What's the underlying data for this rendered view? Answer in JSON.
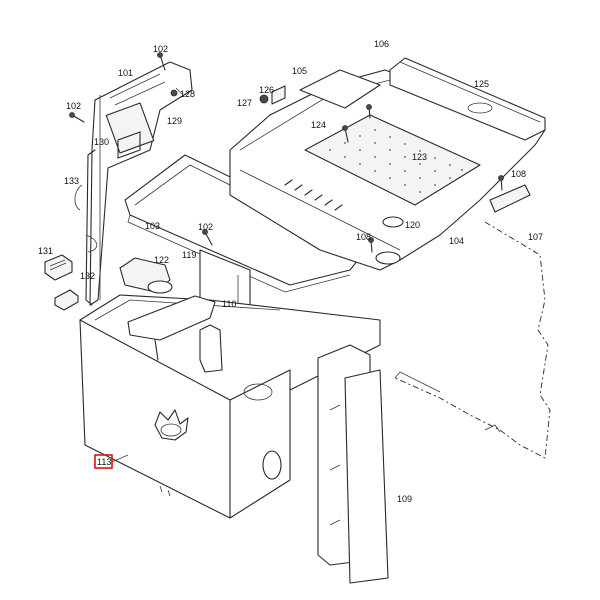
{
  "diagram": {
    "highlight_color": "#e01010",
    "highlighted_label": "113",
    "labels": {
      "l101": "101",
      "l102a": "102",
      "l102b": "102",
      "l102c": "102",
      "l103": "103",
      "l104": "104",
      "l105": "105",
      "l106": "106",
      "l107": "107",
      "l108a": "108",
      "l108b": "108",
      "l109": "109",
      "l110": "110",
      "l113": "113",
      "l119": "119",
      "l120": "120",
      "l122": "122",
      "l123": "123",
      "l124": "124",
      "l125": "125",
      "l126": "126",
      "l127": "127",
      "l128": "128",
      "l129": "129",
      "l130": "130",
      "l131": "131",
      "l132": "132",
      "l133": "133"
    }
  }
}
